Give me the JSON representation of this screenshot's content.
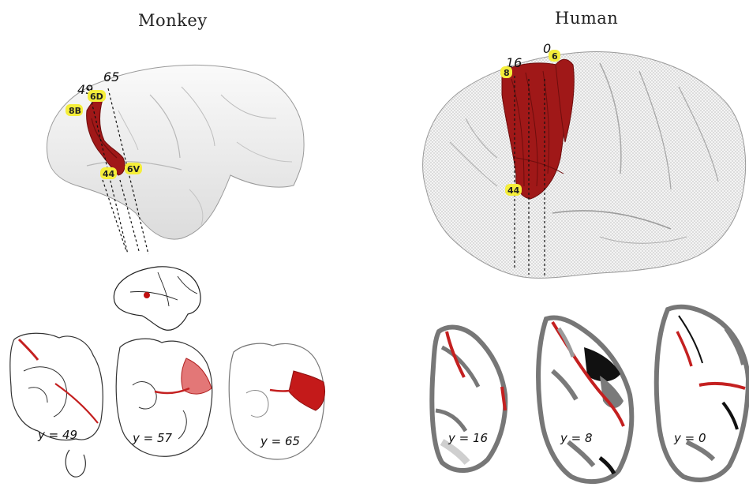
{
  "titles": {
    "monkey": "Monkey",
    "human": "Human"
  },
  "monkey": {
    "plane_labels": [
      "49",
      "65"
    ],
    "region_labels": [
      "8B",
      "6D",
      "44",
      "6V"
    ],
    "slice_labels": [
      "y = 49",
      "y = 57",
      "y = 65"
    ]
  },
  "human": {
    "plane_labels": [
      "16",
      "0"
    ],
    "region_labels": [
      "8",
      "6",
      "44"
    ],
    "slice_labels": [
      "y = 16",
      "y = 8",
      "y = 0"
    ]
  },
  "colors": {
    "tract": "#a01818",
    "tract_dark": "#6e0d0d",
    "badge": "#f5ee3a",
    "gray_matter": "#7a7a7a",
    "dark_region": "#111111"
  }
}
